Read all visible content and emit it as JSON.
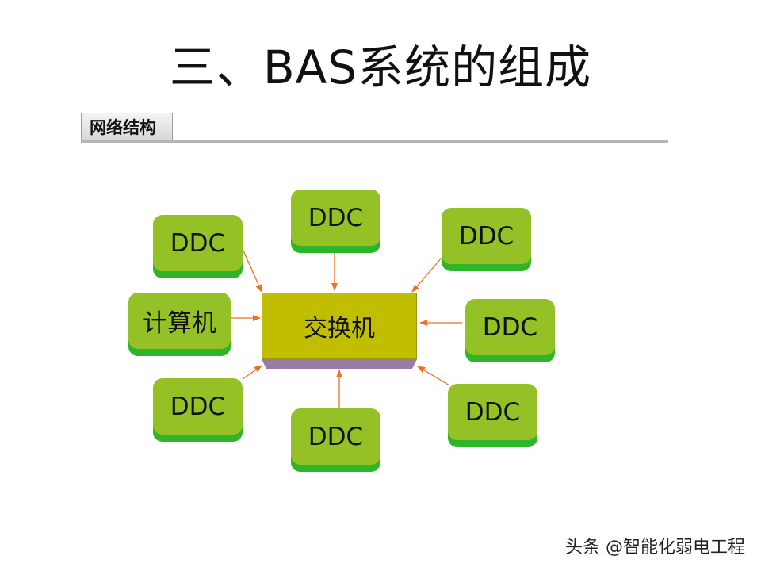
{
  "title": "三、BAS系统的组成",
  "section_tab": "网络结构",
  "diagram": {
    "center": "交换机",
    "nodes": [
      {
        "id": "ddc-top-left",
        "label": "DDC"
      },
      {
        "id": "ddc-top",
        "label": "DDC"
      },
      {
        "id": "ddc-top-right",
        "label": "DDC"
      },
      {
        "id": "computer",
        "label": "计算机"
      },
      {
        "id": "ddc-right",
        "label": "DDC"
      },
      {
        "id": "ddc-bottom-left",
        "label": "DDC"
      },
      {
        "id": "ddc-bottom",
        "label": "DDC"
      },
      {
        "id": "ddc-bottom-right",
        "label": "DDC"
      }
    ],
    "colors": {
      "node_fill": "#94c125",
      "node_shadow": "#2fb52c",
      "switch_fill": "#c1be00",
      "switch_base": "#9a7aa6",
      "arrow": "#f07020"
    }
  },
  "watermark": "头条 @智能化弱电工程"
}
